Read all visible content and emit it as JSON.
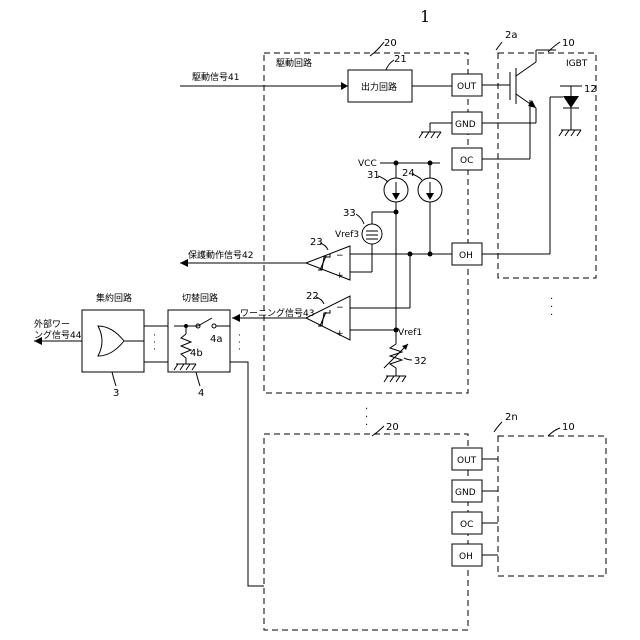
{
  "figure_number": "1",
  "labels": {
    "drive_circuit_title": "駆動回路",
    "igbt": "IGBT",
    "drive_signal": "駆動信号41",
    "output_circuit": "出力回路",
    "protection_signal": "保護動作信号42",
    "warning_signal": "ワーニング信号43",
    "aggregation_circuit": "集約回路",
    "switching_circuit": "切替回路",
    "ext_warning_line1": "外部ワー",
    "ext_warning_line2": "ング信号44",
    "vcc": "VCC",
    "vref3": "Vref3",
    "vref1": "Vref1"
  },
  "pins": {
    "out": "OUT",
    "gnd": "GND",
    "oc": "OC",
    "oh": "OH"
  },
  "ref_numbers": {
    "n20": "20",
    "n21": "21",
    "n2a": "2a",
    "n10": "10",
    "n12": "12",
    "n31": "31",
    "n24": "24",
    "n33": "33",
    "n23": "23",
    "n22": "22",
    "n32": "32",
    "n4a": "4a",
    "n4b": "4b",
    "n3": "3",
    "n4": "4",
    "n20b": "20",
    "n2n": "2n",
    "n10b": "10"
  },
  "marks": {
    "minus": "−",
    "plus": "+"
  }
}
